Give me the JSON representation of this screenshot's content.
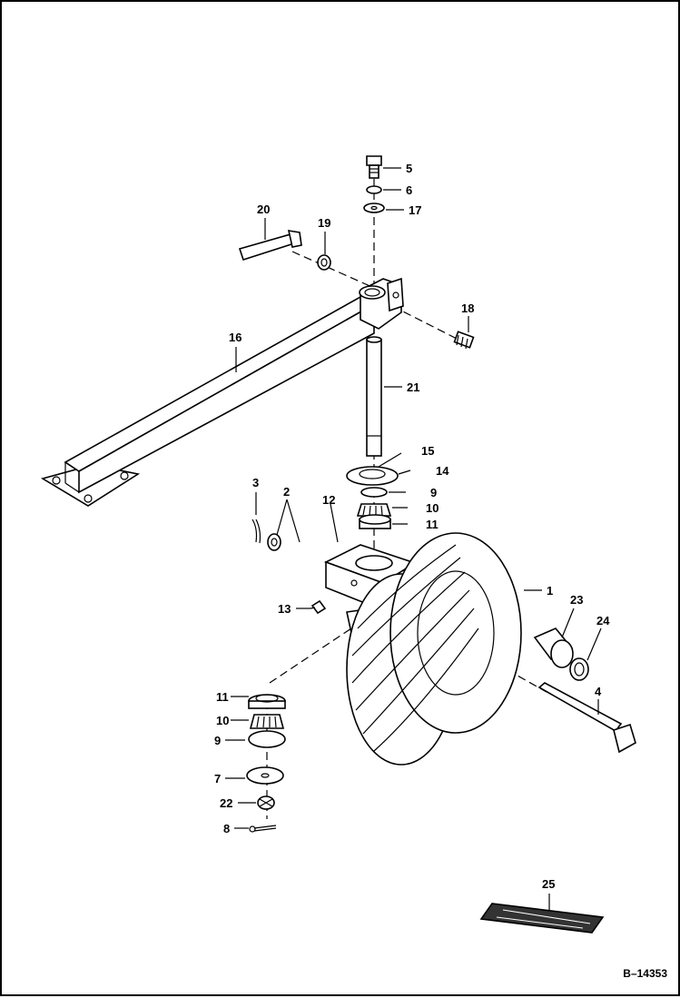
{
  "diagram": {
    "reference_code": "B–14353",
    "callouts": [
      "1",
      "2",
      "3",
      "4",
      "5",
      "6",
      "7",
      "8",
      "9",
      "10",
      "11",
      "12",
      "13",
      "14",
      "15",
      "16",
      "17",
      "18",
      "19",
      "20",
      "21",
      "22",
      "23",
      "24",
      "25"
    ],
    "callout_duplicates": {
      "9b": "9",
      "10b": "10",
      "11b": "11"
    }
  }
}
